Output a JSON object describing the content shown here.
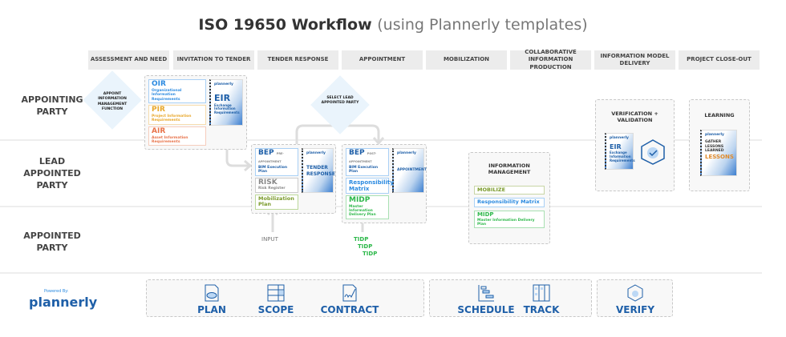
{
  "title": {
    "main": "ISO 19650 Workflow",
    "sub": "(using Plannerly templates)"
  },
  "stages": [
    "ASSESSMENT AND NEED",
    "INVITATION TO TENDER",
    "TENDER RESPONSE",
    "APPOINTMENT",
    "MOBILIZATION",
    "COLLABORATIVE INFORMATION PRODUCTION",
    "INFORMATION MODEL DELIVERY",
    "PROJECT CLOSE-OUT"
  ],
  "rows": [
    "APPOINTING PARTY",
    "LEAD APPOINTED PARTY",
    "APPOINTED PARTY"
  ],
  "diamonds": [
    "APPOINT INFORMATION MANAGEMENT FUNCTION",
    "SELECT LEAD APPOINTED PARTY"
  ],
  "tender": {
    "cards": [
      {
        "t": "OIR",
        "s": "Organizational Information Requirements",
        "c": "#2b8ae0"
      },
      {
        "t": "PIR",
        "s": "Project Information Requirements",
        "c": "#e8a72a"
      },
      {
        "t": "AIR",
        "s": "Asset Information Requirements",
        "c": "#e8734a"
      }
    ],
    "book": {
      "brand": "plannerly",
      "title": "EIR",
      "sub": "Exchange Information Requirements"
    }
  },
  "response": {
    "bep": {
      "t": "BEP",
      "tag": "PRE-APPOINTMENT",
      "s": "BIM Execution Plan"
    },
    "risk": {
      "t": "RISK",
      "s": "Risk Register"
    },
    "mob": "Mobilization Plan",
    "book": {
      "brand": "plannerly",
      "title": "TENDER RESPONSE"
    }
  },
  "appointment": {
    "bep": {
      "t": "BEP",
      "tag": "POST-APPOINTMENT",
      "s": "BIM Execution Plan"
    },
    "rm": "Responsibility Matrix",
    "midp": {
      "t": "MIDP",
      "s": "Master Information Delivery Plan"
    },
    "book": {
      "brand": "plannerly",
      "title": "APPOINTMENT"
    }
  },
  "input_label": "INPUT",
  "tidp": [
    "TIDP",
    "TIDP",
    "TIDP"
  ],
  "info_mgmt": {
    "title": "INFORMATION MANAGEMENT",
    "mobilize": "MOBILIZE",
    "rm": "Responsibility Matrix",
    "midp": "MIDP",
    "midp_sub": "Master Information Delivery Plan"
  },
  "verification": {
    "title": "VERIFICATION + VALIDATION",
    "book": {
      "brand": "plannerly",
      "title": "EIR",
      "sub": "Exchange Information Requirements"
    }
  },
  "learning": {
    "title": "LEARNING",
    "book": {
      "brand": "plannerly",
      "lines": "GATHER LESSONS LEARNED",
      "title": "LESSONS"
    }
  },
  "logo": {
    "powered": "Powered By:",
    "name": "plannerly"
  },
  "tools": [
    "PLAN",
    "SCOPE",
    "CONTRACT",
    "SCHEDULE",
    "TRACK",
    "VERIFY"
  ],
  "colors": {
    "blue": "#1e5fa8",
    "green": "#2db84a",
    "olive": "#7a9a2a"
  }
}
